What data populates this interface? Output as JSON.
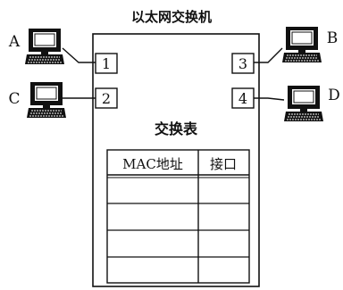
{
  "switch": {
    "title": "以太网交换机"
  },
  "hosts": [
    {
      "label": "A",
      "port": "1"
    },
    {
      "label": "B",
      "port": "3"
    },
    {
      "label": "C",
      "port": "2"
    },
    {
      "label": "D",
      "port": "4"
    }
  ],
  "ports": [
    "1",
    "2",
    "3",
    "4"
  ],
  "table": {
    "title": "交换表",
    "headers": [
      "MAC地址",
      "接口"
    ],
    "rows": [
      [
        "",
        ""
      ],
      [
        "",
        ""
      ],
      [
        "",
        ""
      ],
      [
        "",
        ""
      ],
      [
        "",
        ""
      ]
    ]
  }
}
